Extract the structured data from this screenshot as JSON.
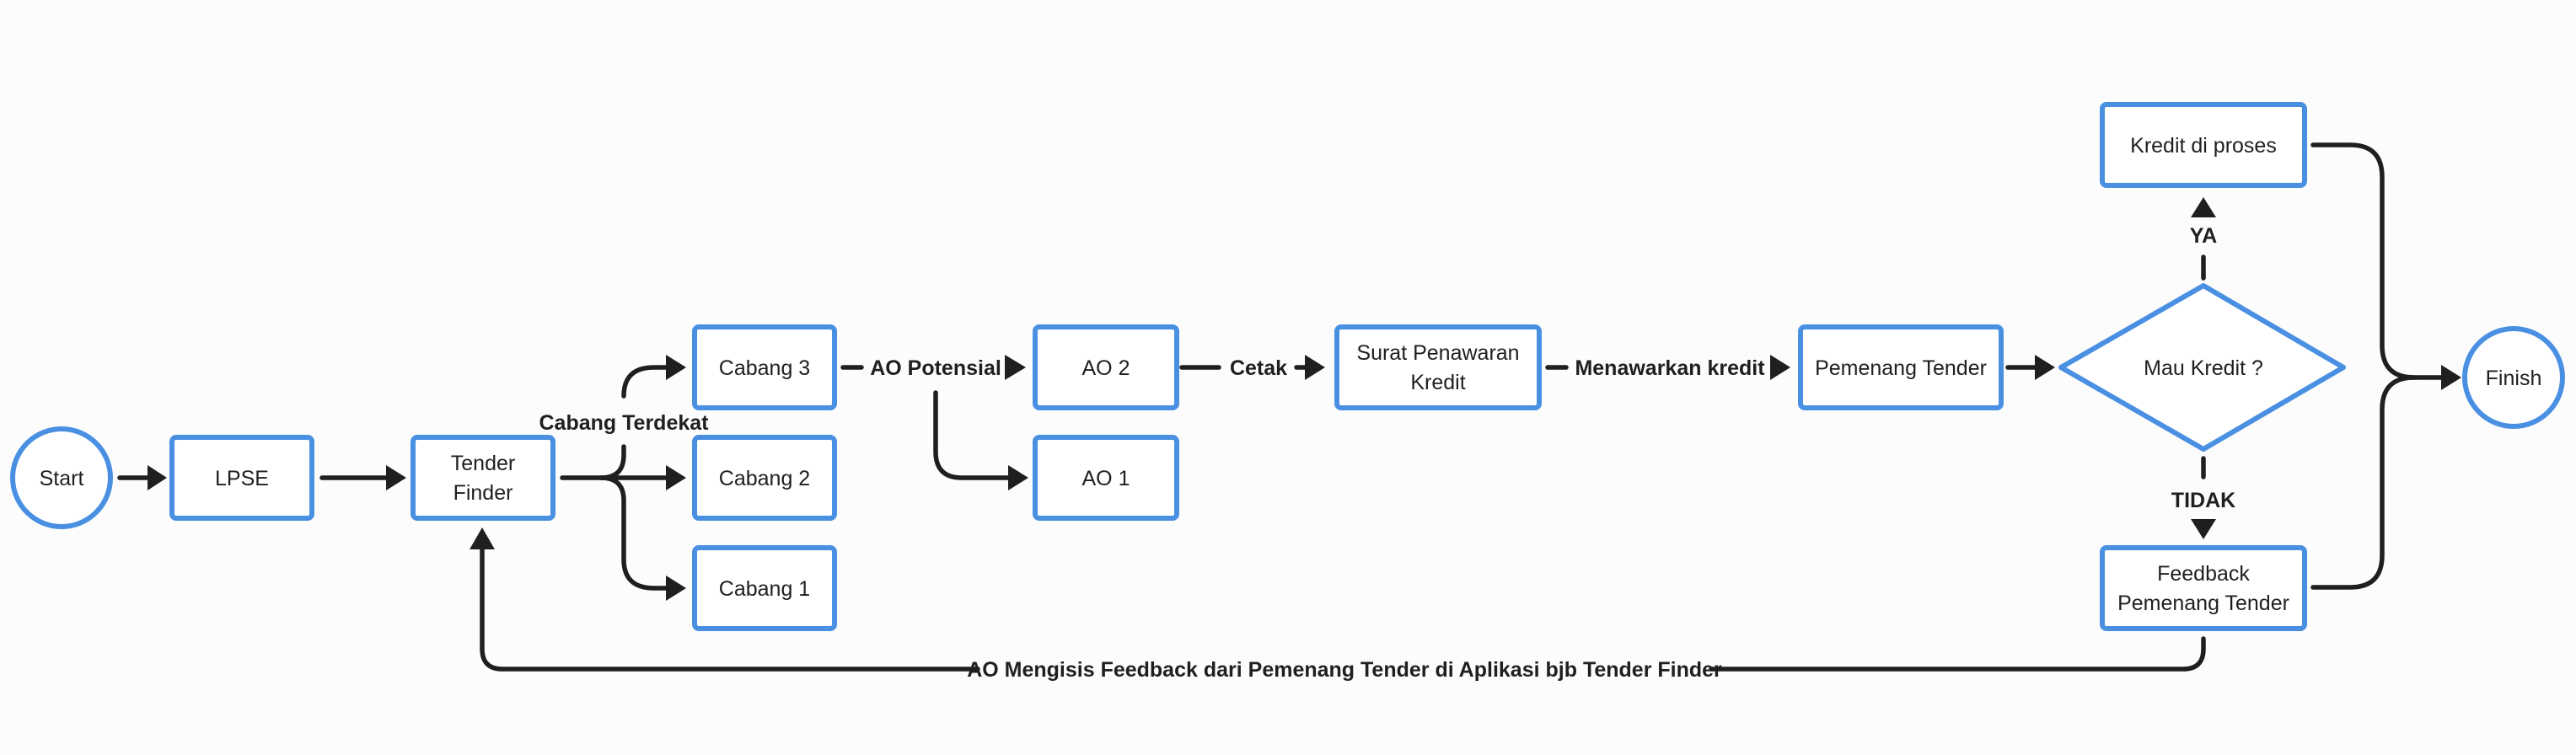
{
  "diagram": {
    "nodes": {
      "start": "Start",
      "lpse": "LPSE",
      "tender_finder": [
        "Tender",
        "Finder"
      ],
      "cabang_3": "Cabang 3",
      "cabang_2": "Cabang 2",
      "cabang_1": "Cabang 1",
      "ao_2": "AO 2",
      "ao_1": "AO 1",
      "surat_penawaran_kredit": [
        "Surat Penawaran",
        "Kredit"
      ],
      "pemenang_tender": "Pemenang Tender",
      "mau_kredit": "Mau Kredit ?",
      "kredit_di_proses": "Kredit di proses",
      "feedback_pemenang_tender": [
        "Feedback",
        "Pemenang Tender"
      ],
      "finish": "Finish"
    },
    "edge_labels": {
      "cabang_terdekat": "Cabang Terdekat",
      "ao_potensial": "AO Potensial",
      "cetak": "Cetak",
      "menawarkan_kredit": "Menawarkan kredit",
      "ya": "YA",
      "tidak": "TIDAK",
      "ao_mengisi_feedback": "AO Mengisis Feedback dari Pemenang Tender di Aplikasi bjb Tender Finder"
    },
    "colors": {
      "node_border": "#4a90e2",
      "node_fill": "#ffffff",
      "edge": "#1f1f1f",
      "background": "#fcfcfc"
    }
  }
}
